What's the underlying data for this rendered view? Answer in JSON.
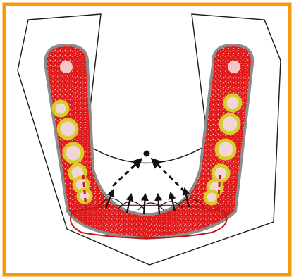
{
  "frame": {
    "border_color": "#f59a0c"
  },
  "arch": {
    "outline_color": "#1a1a1a",
    "ridge_color": "#8c8c8c",
    "fill_color": "#e01818",
    "speckle_color": "#f7c6c6"
  },
  "markers": {
    "ring_color": "#d8cc2a",
    "ring_fill": "#f2d6d6",
    "count_left": 6,
    "count_right": 6
  },
  "anterior": {
    "outline_color": "#c41616",
    "dash_color": "#c41616"
  },
  "vectors": {
    "color": "#111111",
    "converging_count": 2,
    "upward_count": 6
  }
}
